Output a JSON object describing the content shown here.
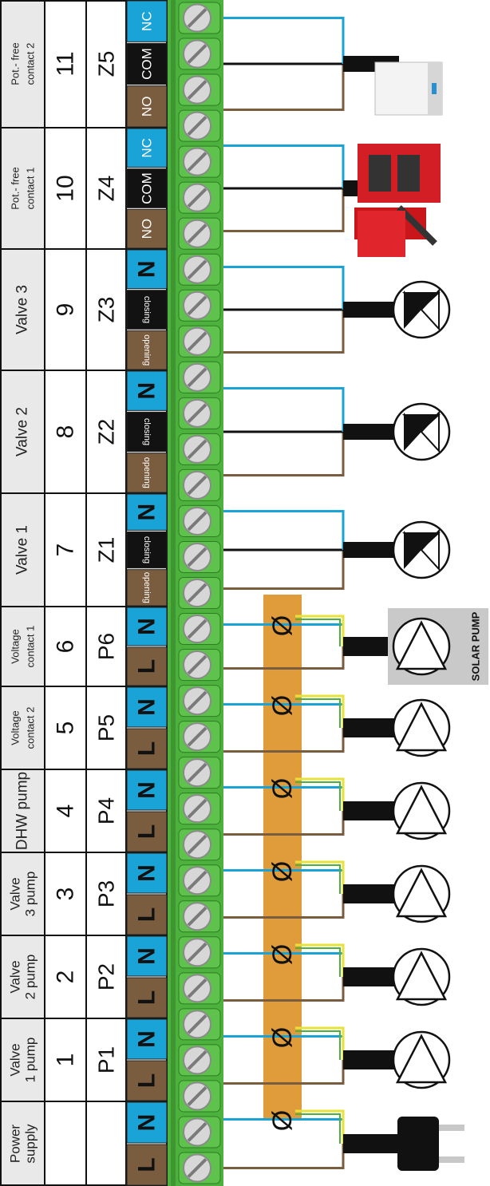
{
  "colors": {
    "brown": "#7a5c3f",
    "black": "#121212",
    "blue": "#1aa3d6",
    "green": "#4cb13d",
    "orange": "#e09b3a",
    "yellow": "#e7e23a",
    "header_gray": "#e9e9e9"
  },
  "groups": [
    {
      "id": "power",
      "label": "Power supply",
      "number": "",
      "code": "",
      "terminals": [
        "L",
        "N"
      ],
      "device": "plug-icon"
    },
    {
      "id": "valve1-pump",
      "label": "Valve 1 pump",
      "number": "1",
      "code": "P1",
      "terminals": [
        "L",
        "N"
      ],
      "device": "pump-icon"
    },
    {
      "id": "valve2-pump",
      "label": "Valve 2 pump",
      "number": "2",
      "code": "P2",
      "terminals": [
        "L",
        "N"
      ],
      "device": "pump-icon"
    },
    {
      "id": "valve3-pump",
      "label": "Valve 3 pump",
      "number": "3",
      "code": "P3",
      "terminals": [
        "L",
        "N"
      ],
      "device": "pump-icon"
    },
    {
      "id": "dhw-pump",
      "label": "DHW pump",
      "number": "4",
      "code": "P4",
      "terminals": [
        "L",
        "N"
      ],
      "device": "pump-icon"
    },
    {
      "id": "voltage-contact-2",
      "label": "Voltage contact 2",
      "number": "5",
      "code": "P5",
      "terminals": [
        "L",
        "N"
      ],
      "device": "pump-icon"
    },
    {
      "id": "voltage-contact-1",
      "label": "Voltage contact 1",
      "number": "6",
      "code": "P6",
      "terminals": [
        "L",
        "N"
      ],
      "device": "pump-icon"
    },
    {
      "id": "valve1",
      "label": "Valve 1",
      "number": "7",
      "code": "Z1",
      "terminals": [
        "opening",
        "closing",
        "N"
      ],
      "device": "valve-icon"
    },
    {
      "id": "valve2",
      "label": "Valve 2",
      "number": "8",
      "code": "Z2",
      "terminals": [
        "opening",
        "closing",
        "N"
      ],
      "device": "valve-icon"
    },
    {
      "id": "valve3",
      "label": "Valve 3",
      "number": "9",
      "code": "Z3",
      "terminals": [
        "opening",
        "closing",
        "N"
      ],
      "device": "valve-icon"
    },
    {
      "id": "potfree1",
      "label": "Pot.- free contact 1",
      "number": "10",
      "code": "Z4",
      "terminals": [
        "NO",
        "COM",
        "NC"
      ],
      "device": "boiler-icon"
    },
    {
      "id": "potfree2",
      "label": "Pot.- free contact 2",
      "number": "11",
      "code": "Z5",
      "terminals": [
        "NO",
        "COM",
        "NC"
      ],
      "device": "heater-icon"
    }
  ],
  "solar_label": "SOLAR PUMP",
  "ground_symbol": "Ø"
}
